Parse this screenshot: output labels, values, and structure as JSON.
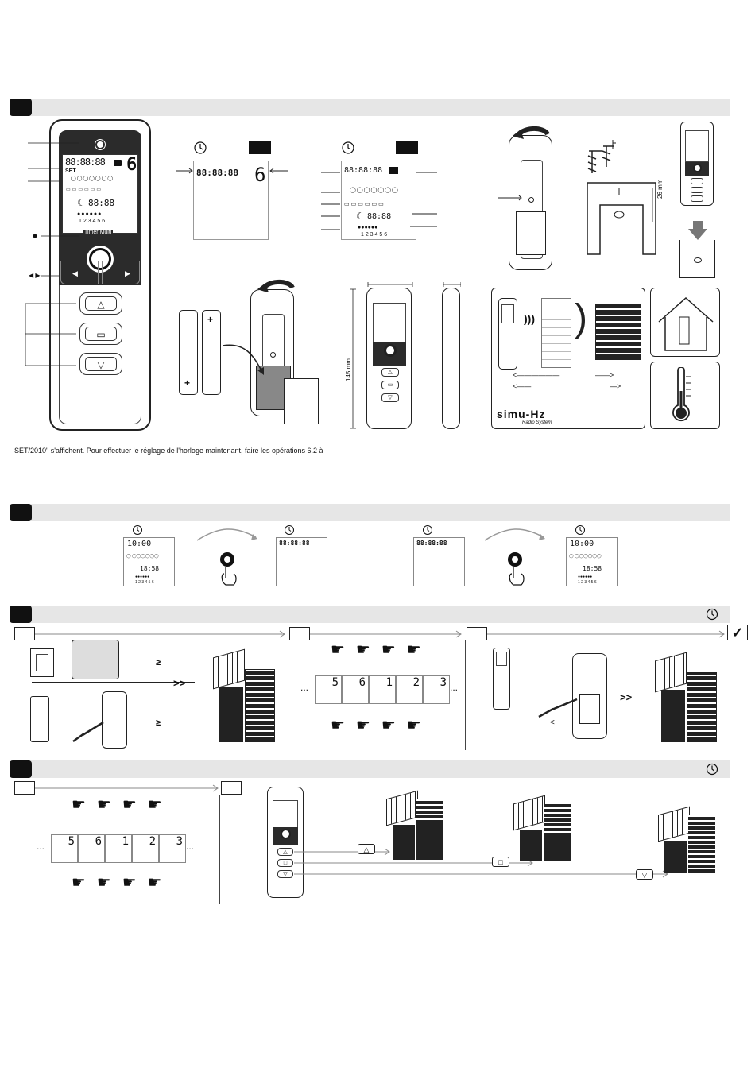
{
  "sections": [
    {
      "id": "s1",
      "top": 0
    },
    {
      "id": "s2",
      "top": 0
    },
    {
      "id": "s3",
      "top": 0
    },
    {
      "id": "s4",
      "top": 0
    }
  ],
  "remote": {
    "set_label": "SET",
    "brand_label": "Timer Multi",
    "days_numbers": "1 2 3 4 5 6",
    "clock_display": "88:88",
    "program_slots": [
      "1",
      "2",
      "3",
      "4",
      "5",
      "6"
    ]
  },
  "display_panels": {
    "digit_right": "6",
    "days_numbers": "1 2 3 4 5 6"
  },
  "dimensions": {
    "height_label": "145 mm",
    "screw_label": "26 mm"
  },
  "radio_logo": {
    "brand": "simu-Hz",
    "subtitle": "Radio System"
  },
  "note_text": "SET/2010\" s'affichent. Pour effectuer le réglage de l'horloge maintenant, faire les opérations 6.2 à",
  "section2": {
    "time_left": "10:00",
    "time_right": "10:00",
    "clock_small": "18:58",
    "days_numbers": "1 2 3 4 5 6"
  },
  "sequence": {
    "digits": [
      "5",
      "6",
      "1",
      "2",
      "3"
    ],
    "ellipsis": "..."
  },
  "symbols": {
    "geq": "≥",
    "fast_forward": ">>",
    "lt": "<",
    "check": "✓",
    "up": "△",
    "stop": "□",
    "down": "▽"
  }
}
